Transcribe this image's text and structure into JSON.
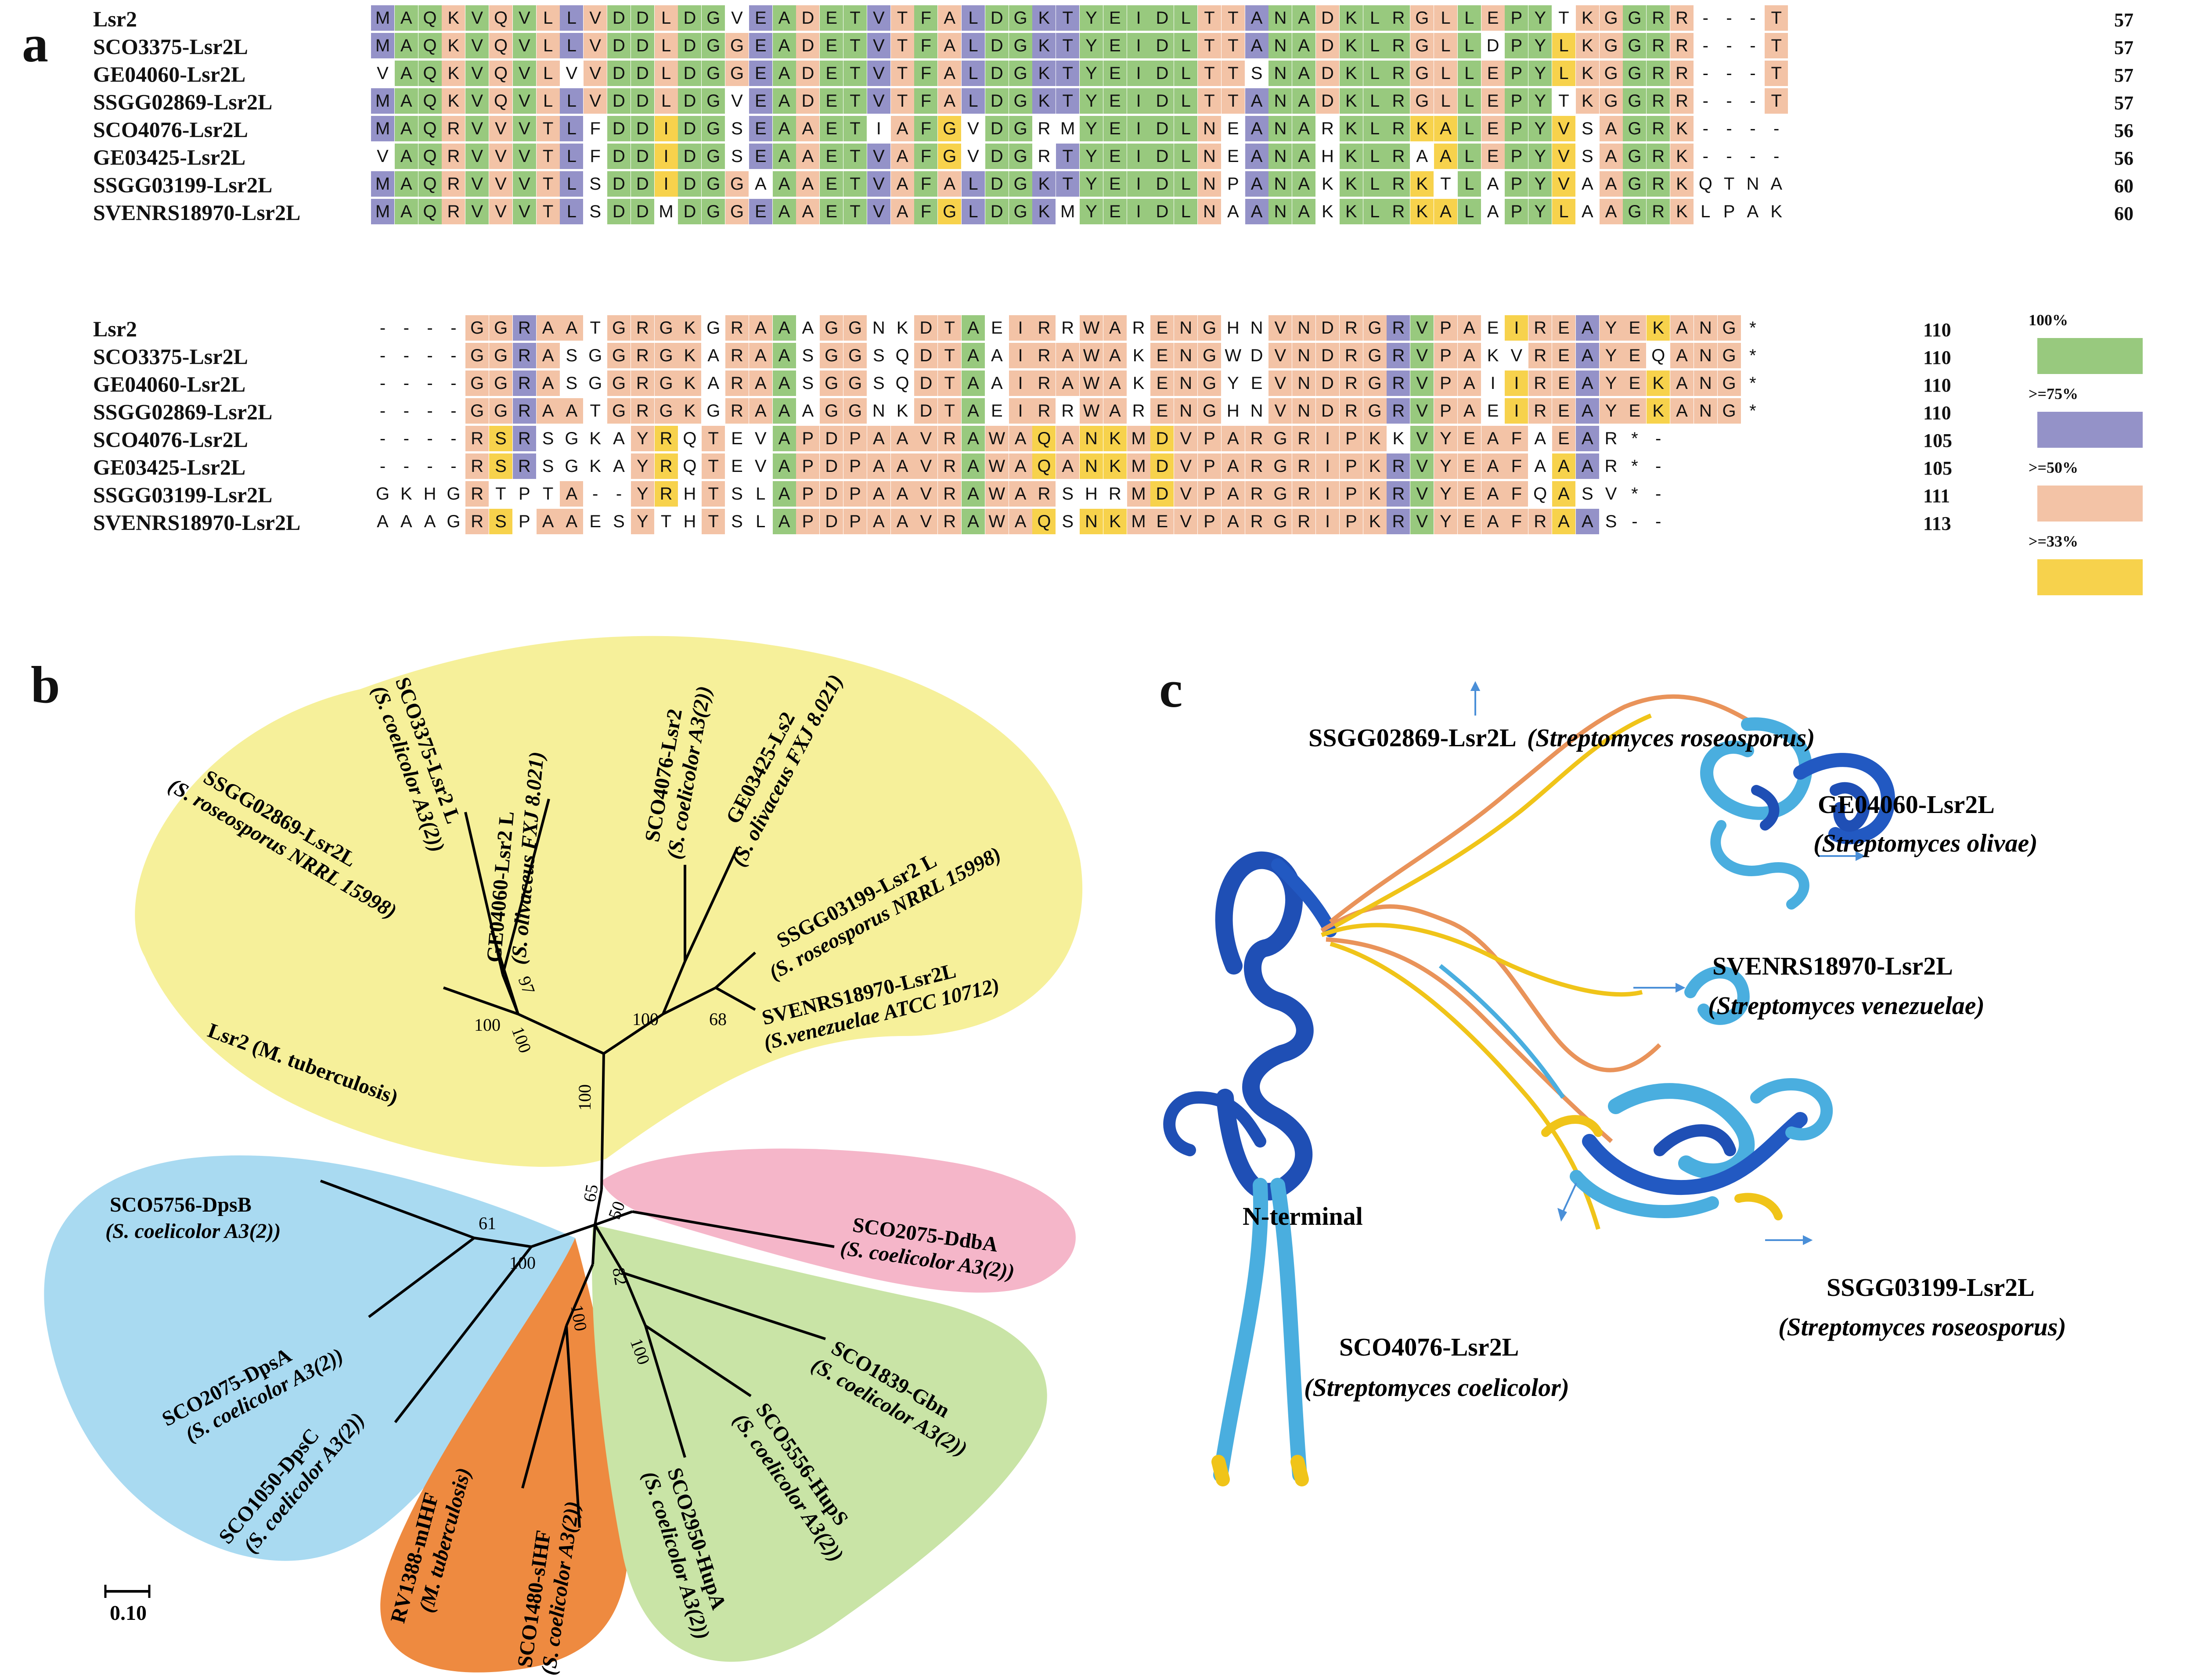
{
  "panels": {
    "a": "a",
    "b": "b",
    "c": "c"
  },
  "colors": {
    "c100": "#98c97e",
    "c75": "#9492c8",
    "c50": "#f3c3a6",
    "c33": "#f7d24c",
    "none": "#ffffff",
    "bg_yellow": "#f6f09a",
    "bg_blue": "#a9daf1",
    "bg_pink": "#f5b6c9",
    "bg_green": "#c9e4a6",
    "bg_orange": "#ee8a40"
  },
  "alignment": {
    "names": [
      "Lsr2",
      "SCO3375-Lsr2L",
      "GE04060-Lsr2L",
      "SSGG02869-Lsr2L",
      "SCO4076-Lsr2L",
      "GE03425-Lsr2L",
      "SSGG03199-Lsr2L",
      "SVENRS18970-Lsr2L"
    ],
    "block1": {
      "seqs": [
        "MAQKVQVLLVDDLDGVEADETVTFALDGKTYEIDLTTANADKLRGLLEPYTKGGRR---T",
        "MAQKVQVLLVDDLDGGEADETVTFALDGKTYEIDLTTANADKLRGLLDPYLKGGRR---T",
        "VAQKVQVLVVDDLDGGEADETVTFALDGKTYEIDLTTSNADKLRGLLEPYLKGGRR---T",
        "MAQKVQVLLVDDLDGVEADETVTFALDGKTYEIDLTTANADKLRGLLEPYTKGGRR---T",
        "MAQRVVVTLFDDIDGSEAAETIAFGVDGRMYEIDLNEANARKLRKALEPYVSAGRK----",
        "VAQRVVVTLFDDIDGSEAAETVAFGVDGRTYEIDLNEANAHKLRAALEPYVSAGRK----",
        "MAQRVVVTLSDDIDGGAAAETVAFALDGKTYEIDLNPANAKKLRKTLAPYVAAGRKQTNA",
        "MAQRVVVTLSDDMDGGEAAETVAFGLDGKMYEIDLNAANAKKLRKALAPYLAAGRKLPAK"
      ],
      "colors": [
        "BBBBBBBBBBBBBBABBBBBAAABBBBABBBBBBBCCCCCCCCCCCCCCCCCCCCC---C",
        "BBBBBBBBBBBBBBBBBBBBAAABBBBABBBBBBBCCBCCCCCCCCCCCCCBCCCC---C",
        "BBBBBBBBBBBBBBBBBBBBAAABBBBABBBBBBBCCCCCCCCCCCCCCCCCCCCC---C",
        "BBBBBBBBBBBBBBABBBBBAAABBBBABBBBBBBCCCCCCCCCCCCCCCCCCCCC---C",
        "BBBBAAABBAABBABCBCCBABBAAABAAABBBBBCCCCCAAACCCBCCDCCCCCB----",
        "BBBBAAABBAABBABCBCCBABBAAABAAABBBBBCCCCCAAACCCBCCDCCCCCB----",
        "BBBBAAABBAABBABBAAABBBBBBABAAABBBBBCCCCCAAACCCBCCDCCCCCB0000",
        "BBBBAAABBAABBABBBBBBBBBBABAAABBBBBCCCCCAAACCCBCCDCCCCCB0000"
      ],
      "nums": [
        "57",
        "57",
        "57",
        "57",
        "56",
        "56",
        "60",
        "60"
      ]
    },
    "block2": {
      "seqs": [
        "----GGRAATGRGKGRAAAGGNKDTAEIRRWARENGHNVNDRGRVPAEIREAYEKANG*",
        "----GGRASGGRGKARAASGGSQDTAAIRAWAKENGWDVNDRGRVPAKVREAYEQANG*",
        "----GGRASGGRGKARAASGGSQDTAAIRAWAKENGYEVNDRGRVPAIIREAYEKANG*",
        "----GGRAATGRGKGRAAAGGNKDTAEIRRWARENGHNVNDRGRVPAEIREAYEKANG*",
        "----RSRSGKAYRQTEVAPDPAAVRAWAQANKMDVPARGRIPKKVYEAFAEAR*-",
        "----RSRSGKAYRQTEVAPDPAAVRAWAQANKMDVPARGRIPKRVYEAFAAAR*-",
        "GKHGRTPTA--YRHTSLAPDPAAVRAWARSHRMDVPARGRIPKRVYEAFQASV*-",
        "AAAGRSPAAESYTHTSLAPDPAAVRAWAQSNKMEVPARGRIPKRVYEAFRAAS--"
      ],
      "nums": [
        "110",
        "110",
        "110",
        "110",
        "105",
        "105",
        "111",
        "113"
      ]
    },
    "legend": [
      {
        "label": "100%",
        "color": "#98c97e"
      },
      {
        "label": ">=75%",
        "color": "#9492c8"
      },
      {
        "label": ">=50%",
        "color": "#f3c3a6"
      },
      {
        "label": ">=33%",
        "color": "#f7d24c"
      }
    ]
  },
  "tree": {
    "scale_label": "0.10",
    "bootstrap": [
      "97",
      "100",
      "100",
      "100",
      "68",
      "100",
      "65",
      "50",
      "61",
      "100",
      "82",
      "100",
      "100"
    ],
    "leaves": {
      "sco3375": [
        "SCO3375-Lsr2 L",
        "(S. coelicolor A3(2))"
      ],
      "ge04060": [
        "GE04060-Lsr2 L",
        "(S. olivaceus FXJ 8.021)"
      ],
      "ssgg02869": [
        "SSGG02869-Lsr2L",
        "(S. roseosporus NRRL 15998)"
      ],
      "lsr2": [
        "Lsr2 (M. tuberculosis)"
      ],
      "sco4076": [
        "SCO4076-Lsr2",
        "(S. coelicolor A3(2))"
      ],
      "ge03425": [
        "GE03425-Ls2",
        "(S. olivaceus FXJ 8.021)"
      ],
      "ssgg03199": [
        "SSGG03199-Lsr2 L",
        "(S. roseosporus NRRL 15998)"
      ],
      "svenrs18970": [
        "SVENRS18970-Lsr2L",
        "(S.venezuelae ATCC 10712)"
      ],
      "sco5756": [
        "SCO5756-DpsB",
        "(S. coelicolor A3(2))"
      ],
      "sco2075dpsa": [
        "SCO2075-DpsA",
        "(S. coelicolor A3(2))"
      ],
      "sco1050": [
        "SCO1050-DpsC",
        "(S. coelicolor A3(2))"
      ],
      "sco2075ddba": [
        "SCO2075-DdbA",
        "(S. coelicolor A3(2))"
      ],
      "rv1388": [
        "RV1388-mIHF",
        "(M. tuberculosis)"
      ],
      "sco1480": [
        "SCO1480-sIHF",
        "(S. coelicolor A3(2))"
      ],
      "sco2950": [
        "SCO2950-HupA",
        "(S. coelicolor A3(2))"
      ],
      "sco5556": [
        "SCO5556-HupS",
        "(S. coelicolor A3(2))"
      ],
      "sco1839": [
        "SCO1839-Gbn",
        "(S. coelicolor A3(2))"
      ]
    }
  },
  "structure": {
    "labels": {
      "ssgg02869": [
        "SSGG02869-Lsr2L",
        "(Streptomyces roseosporus)"
      ],
      "ge04060": [
        "GE04060-Lsr2L",
        "(Streptomyces olivae)"
      ],
      "svenrs18970": [
        "SVENRS18970-Lsr2L",
        "(Streptomyces venezuelae)"
      ],
      "nterm": "N-terminal",
      "ssgg03199": [
        "SSGG03199-Lsr2L",
        "(Streptomyces roseosporus)"
      ],
      "sco4076": [
        "SCO4076-Lsr2L",
        "(Streptomyces coelicolor)"
      ]
    }
  }
}
